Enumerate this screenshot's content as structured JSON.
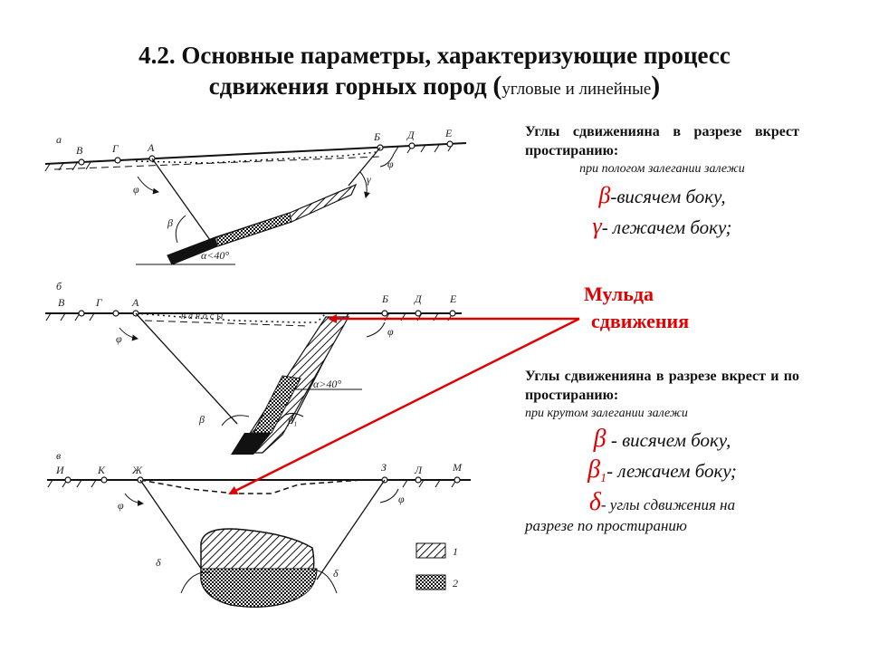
{
  "title": {
    "line1": "4.2. Основные  параметры, характеризующие процесс",
    "line2_main": "сдвижения горных пород ",
    "line2_open": "(",
    "line2_small": "угловые и линейные",
    "line2_close": ")"
  },
  "right_panel": {
    "block1": {
      "heading": "Углы  сдвиженияна  в  разрезе вкрест   простиранию:",
      "sub": "при пологом  залегании залежи",
      "beta_symbol": "β",
      "beta_text": "-висячем боку,",
      "gamma_symbol": "γ",
      "gamma_text": "- лежачем боку;"
    },
    "mulda": {
      "line1": "Мульда",
      "line2": "сдвижения"
    },
    "block2": {
      "heading": "Углы  сдвиженияна  в  разрезе вкрест и по простиранию:",
      "sub": "при крутом  залегании залежи",
      "beta_symbol": "β",
      "beta_text": " - висячем боку,",
      "beta1_symbol": "β",
      "beta1_sub": "1",
      "beta1_text": "- лежачем боку;",
      "delta_symbol": "δ",
      "delta_text": "- углы сдвижения на",
      "delta_text2": "разрезе по простиранию"
    }
  },
  "diagram_labels": {
    "a": {
      "section": "а",
      "V": "В",
      "G": "Г",
      "A": "А",
      "B": "Б",
      "D": "Д",
      "E": "Е",
      "phi": "φ",
      "beta": "β",
      "gamma": "γ",
      "alpha": "α<40°"
    },
    "b": {
      "section": "б",
      "V": "В",
      "G": "Г",
      "A": "А",
      "B": "Б",
      "D": "Д",
      "E": "Е",
      "phi": "φ",
      "beta": "β",
      "beta1": "β₁",
      "alpha": "α>40°",
      "nanosy": "наносы"
    },
    "v": {
      "section": "в",
      "I": "И",
      "K": "К",
      "Zh": "Ж",
      "Z": "З",
      "L": "Л",
      "M": "М",
      "phi": "φ",
      "delta": "δ"
    },
    "legend": {
      "one": "1",
      "two": "2"
    }
  },
  "colors": {
    "accent_red": "#e00000",
    "ink": "#111111"
  }
}
